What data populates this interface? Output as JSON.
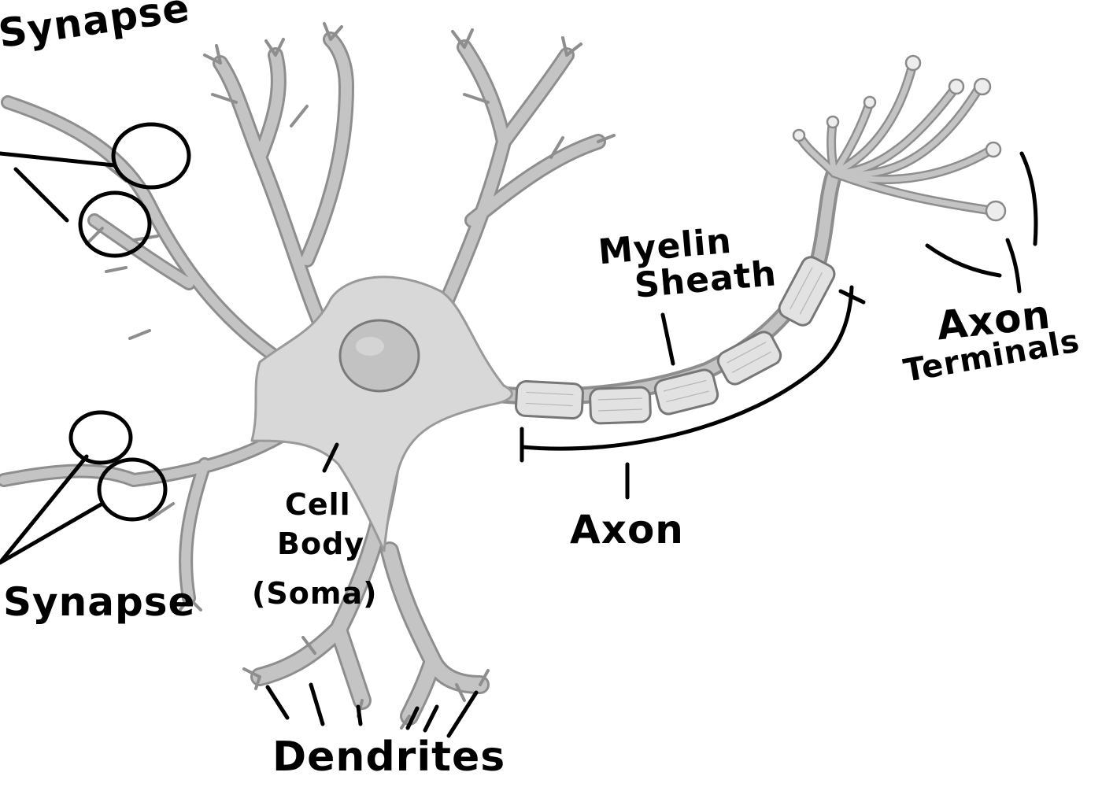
{
  "labels": {
    "synapse_top": "Synapse",
    "synapse_bottom": "Synapse",
    "myelin_line1": "Myelin",
    "myelin_line2": "Sheath",
    "axon_terminals_line1": "Axon",
    "axon_terminals_line2": "Terminals",
    "axon": "Axon",
    "cell_body_line1": "Cell",
    "cell_body_line2": "Body",
    "cell_body_line3": "(Soma)",
    "dendrites": "Dendrites"
  },
  "colors": {
    "ink": "#000000",
    "cell": "#d8d8d8",
    "outline": "#8e8e8e",
    "background": "#ffffff"
  }
}
